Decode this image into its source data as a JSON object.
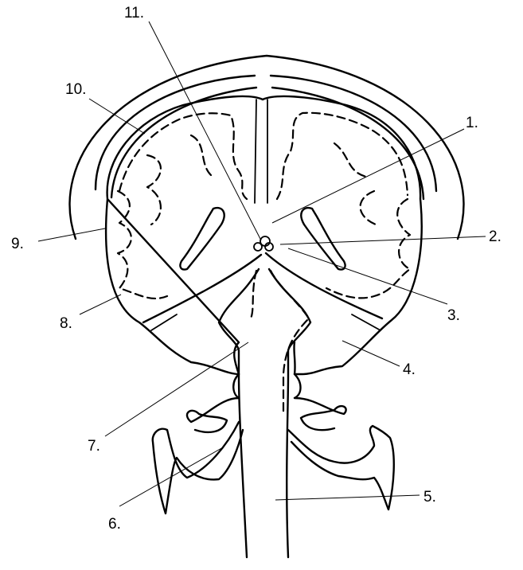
{
  "labels": [
    {
      "id": "1",
      "text": "1."
    },
    {
      "id": "2",
      "text": "2."
    },
    {
      "id": "3",
      "text": "3."
    },
    {
      "id": "4",
      "text": "4."
    },
    {
      "id": "5",
      "text": "5."
    },
    {
      "id": "6",
      "text": "6."
    },
    {
      "id": "7",
      "text": "7."
    },
    {
      "id": "8",
      "text": "8."
    },
    {
      "id": "9",
      "text": "9."
    },
    {
      "id": "10",
      "text": "10."
    },
    {
      "id": "11",
      "text": "11."
    }
  ]
}
